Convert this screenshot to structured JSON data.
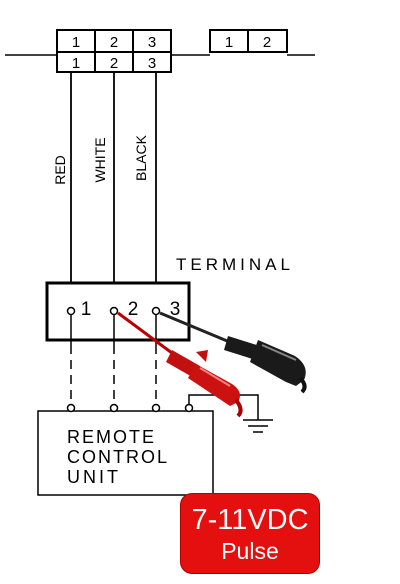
{
  "top_block": {
    "upper": [
      "1",
      "2",
      "3"
    ],
    "lower": [
      "1",
      "2",
      "3"
    ]
  },
  "right_block": [
    "1",
    "2"
  ],
  "wires": [
    "RED",
    "WHITE",
    "BLACK"
  ],
  "terminal": {
    "label": "TERMINAL",
    "numbers": [
      "1",
      "2",
      "3"
    ]
  },
  "remote": {
    "line1": "REMOTE",
    "line2": "CONTROL",
    "line3": "UNIT"
  },
  "callout": {
    "line1": "7-11VDC",
    "line2": "Pulse",
    "color": "#e41010"
  },
  "probes": {
    "positive_color": "#cc1111",
    "negative_color": "#1a1a1a"
  }
}
